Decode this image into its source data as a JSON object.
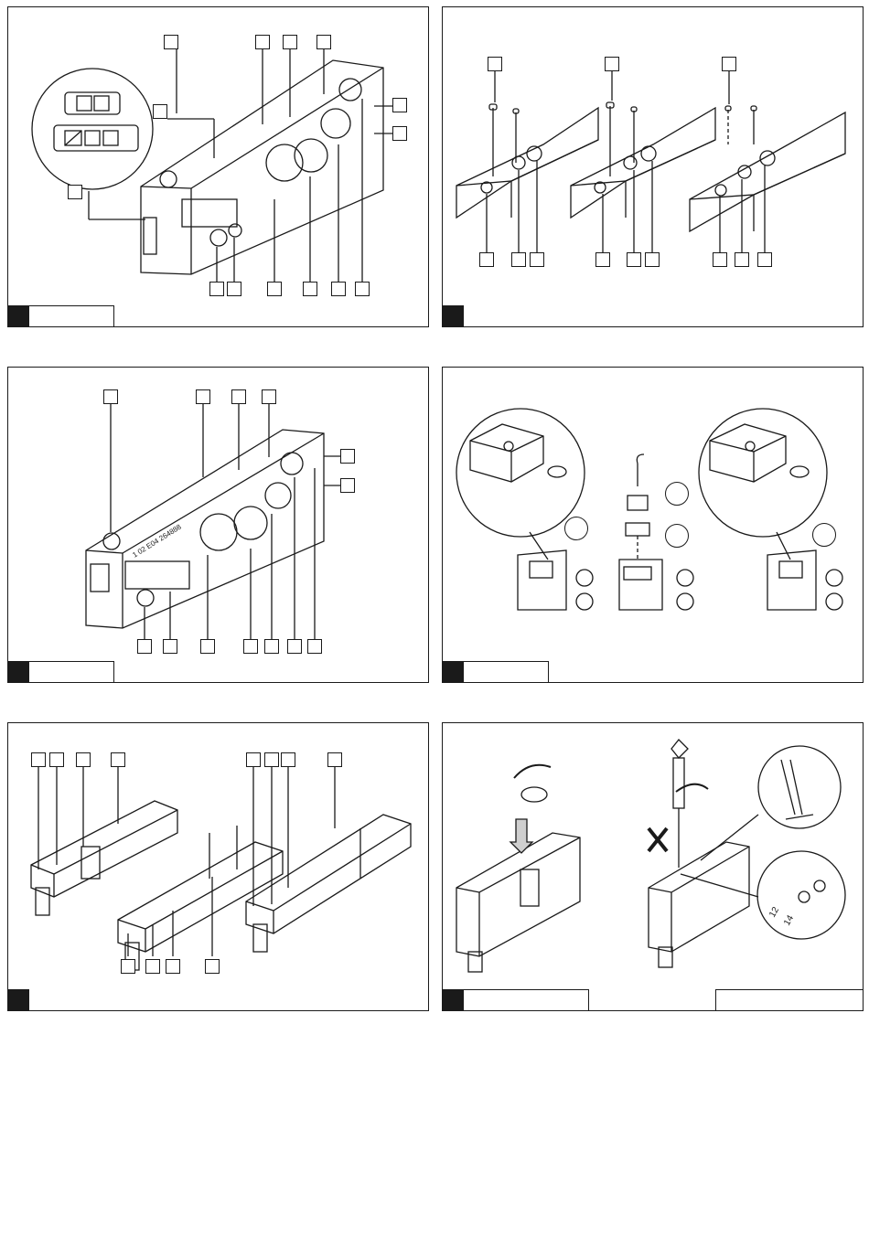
{
  "page": {
    "figures": [
      {
        "id": "fig-1"
      },
      {
        "id": "fig-2"
      },
      {
        "id": "fig-3",
        "part_marking": "1 02 E04 264888"
      },
      {
        "id": "fig-4"
      },
      {
        "id": "fig-5"
      },
      {
        "id": "fig-6",
        "detail_labels": [
          "12",
          "14"
        ]
      }
    ]
  }
}
